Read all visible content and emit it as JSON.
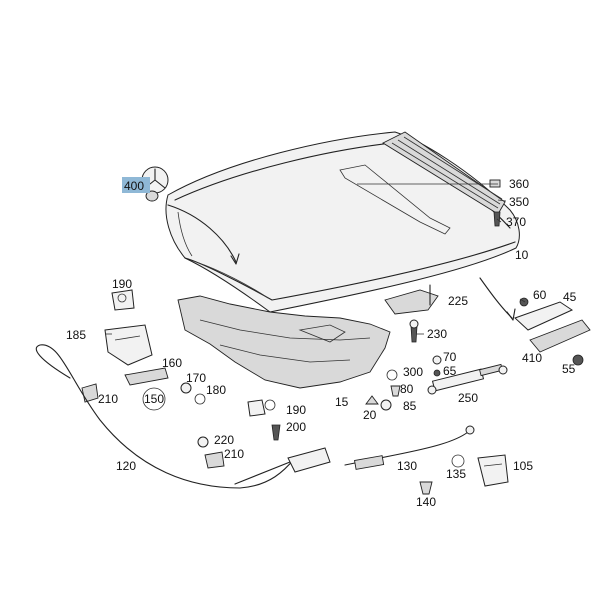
{
  "accent_color": "#8fb8d6",
  "highlighted_label": "400",
  "labels": [
    {
      "id": "400",
      "text": "400",
      "highlight": true
    },
    {
      "id": "360",
      "text": "360"
    },
    {
      "id": "350",
      "text": "350"
    },
    {
      "id": "370",
      "text": "370"
    },
    {
      "id": "10",
      "text": "10"
    },
    {
      "id": "190a",
      "text": "190"
    },
    {
      "id": "60",
      "text": "60"
    },
    {
      "id": "45",
      "text": "45"
    },
    {
      "id": "225",
      "text": "225"
    },
    {
      "id": "230",
      "text": "230"
    },
    {
      "id": "185",
      "text": "185"
    },
    {
      "id": "410",
      "text": "410"
    },
    {
      "id": "55",
      "text": "55"
    },
    {
      "id": "160",
      "text": "160"
    },
    {
      "id": "70",
      "text": "70"
    },
    {
      "id": "300",
      "text": "300"
    },
    {
      "id": "65",
      "text": "65"
    },
    {
      "id": "170",
      "text": "170"
    },
    {
      "id": "180",
      "text": "180"
    },
    {
      "id": "80",
      "text": "80"
    },
    {
      "id": "250",
      "text": "250"
    },
    {
      "id": "210a",
      "text": "210"
    },
    {
      "id": "150",
      "text": "150"
    },
    {
      "id": "15",
      "text": "15"
    },
    {
      "id": "20",
      "text": "20"
    },
    {
      "id": "85",
      "text": "85"
    },
    {
      "id": "190b",
      "text": "190"
    },
    {
      "id": "200",
      "text": "200"
    },
    {
      "id": "220",
      "text": "220"
    },
    {
      "id": "210b",
      "text": "210"
    },
    {
      "id": "120",
      "text": "120"
    },
    {
      "id": "130",
      "text": "130"
    },
    {
      "id": "135",
      "text": "135"
    },
    {
      "id": "105",
      "text": "105"
    },
    {
      "id": "140",
      "text": "140"
    }
  ]
}
